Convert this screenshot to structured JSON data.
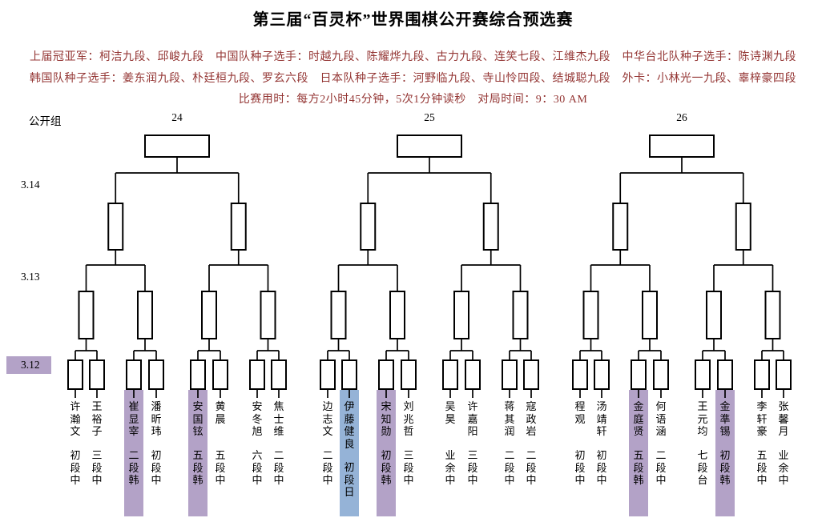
{
  "title": "第三届“百灵杯”世界围棋公开赛综合预选赛",
  "info_lines": [
    "上届冠亚军：柯洁九段、邱峻九段　中国队种子选手：时越九段、陈耀烨九段、古力九段、连笑七段、江维杰九段　中华台北队种子选手：陈诗渊九段",
    "韩国队种子选手：姜东润九段、朴廷桓九段、罗玄六段　日本队种子选手：河野临九段、寺山怜四段、结城聪九段　外卡：小林光一九段、辜梓豪四段",
    "比赛用时：每方2小时45分钟，5次1分钟读秒　对局时间：9：30 AM"
  ],
  "left_labels": {
    "group": "公开组",
    "r314": "3.14",
    "r313": "3.13",
    "r312": "3.12"
  },
  "brackets": [
    {
      "number": "24",
      "players": [
        {
          "name": "许瀚文",
          "rank": "初段",
          "country": "中"
        },
        {
          "name": "王裕子",
          "rank": "三段",
          "country": "中"
        },
        {
          "name": "崔显宰",
          "rank": "二段",
          "country": "韩",
          "highlight": "purple"
        },
        {
          "name": "潘昕玮",
          "rank": "初段",
          "country": "中"
        },
        {
          "name": "安国铉",
          "rank": "五段",
          "country": "韩",
          "highlight": "purple"
        },
        {
          "name": "黄晨",
          "rank": "五段",
          "country": "中"
        },
        {
          "name": "安冬旭",
          "rank": "六段",
          "country": "中"
        },
        {
          "name": "焦士维",
          "rank": "二段",
          "country": "中"
        }
      ]
    },
    {
      "number": "25",
      "players": [
        {
          "name": "边志文",
          "rank": "二段",
          "country": "中"
        },
        {
          "name": "伊藤健良",
          "rank": "初段",
          "country": "日",
          "highlight": "blue"
        },
        {
          "name": "宋知勋",
          "rank": "初段",
          "country": "韩",
          "highlight": "purple"
        },
        {
          "name": "刘兆哲",
          "rank": "三段",
          "country": "中"
        },
        {
          "name": "吴昊",
          "rank": "业余",
          "country": "中"
        },
        {
          "name": "许嘉阳",
          "rank": "三段",
          "country": "中"
        },
        {
          "name": "蒋其润",
          "rank": "二段",
          "country": "中"
        },
        {
          "name": "寇政岩",
          "rank": "二段",
          "country": "中"
        }
      ]
    },
    {
      "number": "26",
      "players": [
        {
          "name": "程观",
          "rank": "初段",
          "country": "中"
        },
        {
          "name": "汤靖轩",
          "rank": "初段",
          "country": "中"
        },
        {
          "name": "金庭贤",
          "rank": "五段",
          "country": "韩",
          "highlight": "purple"
        },
        {
          "name": "何语涵",
          "rank": "二段",
          "country": "中"
        },
        {
          "name": "王元均",
          "rank": "七段",
          "country": "台"
        },
        {
          "name": "金準锡",
          "rank": "初段",
          "country": "韩",
          "highlight": "purple"
        },
        {
          "name": "李轩豪",
          "rank": "五段",
          "country": "中"
        },
        {
          "name": "张馨月",
          "rank": "业余",
          "country": "中"
        }
      ]
    }
  ],
  "colors": {
    "info_text": "#943634",
    "highlight_purple": "#b3a2c7",
    "highlight_blue": "#95b3d7",
    "line": "#000000",
    "background": "#ffffff"
  }
}
